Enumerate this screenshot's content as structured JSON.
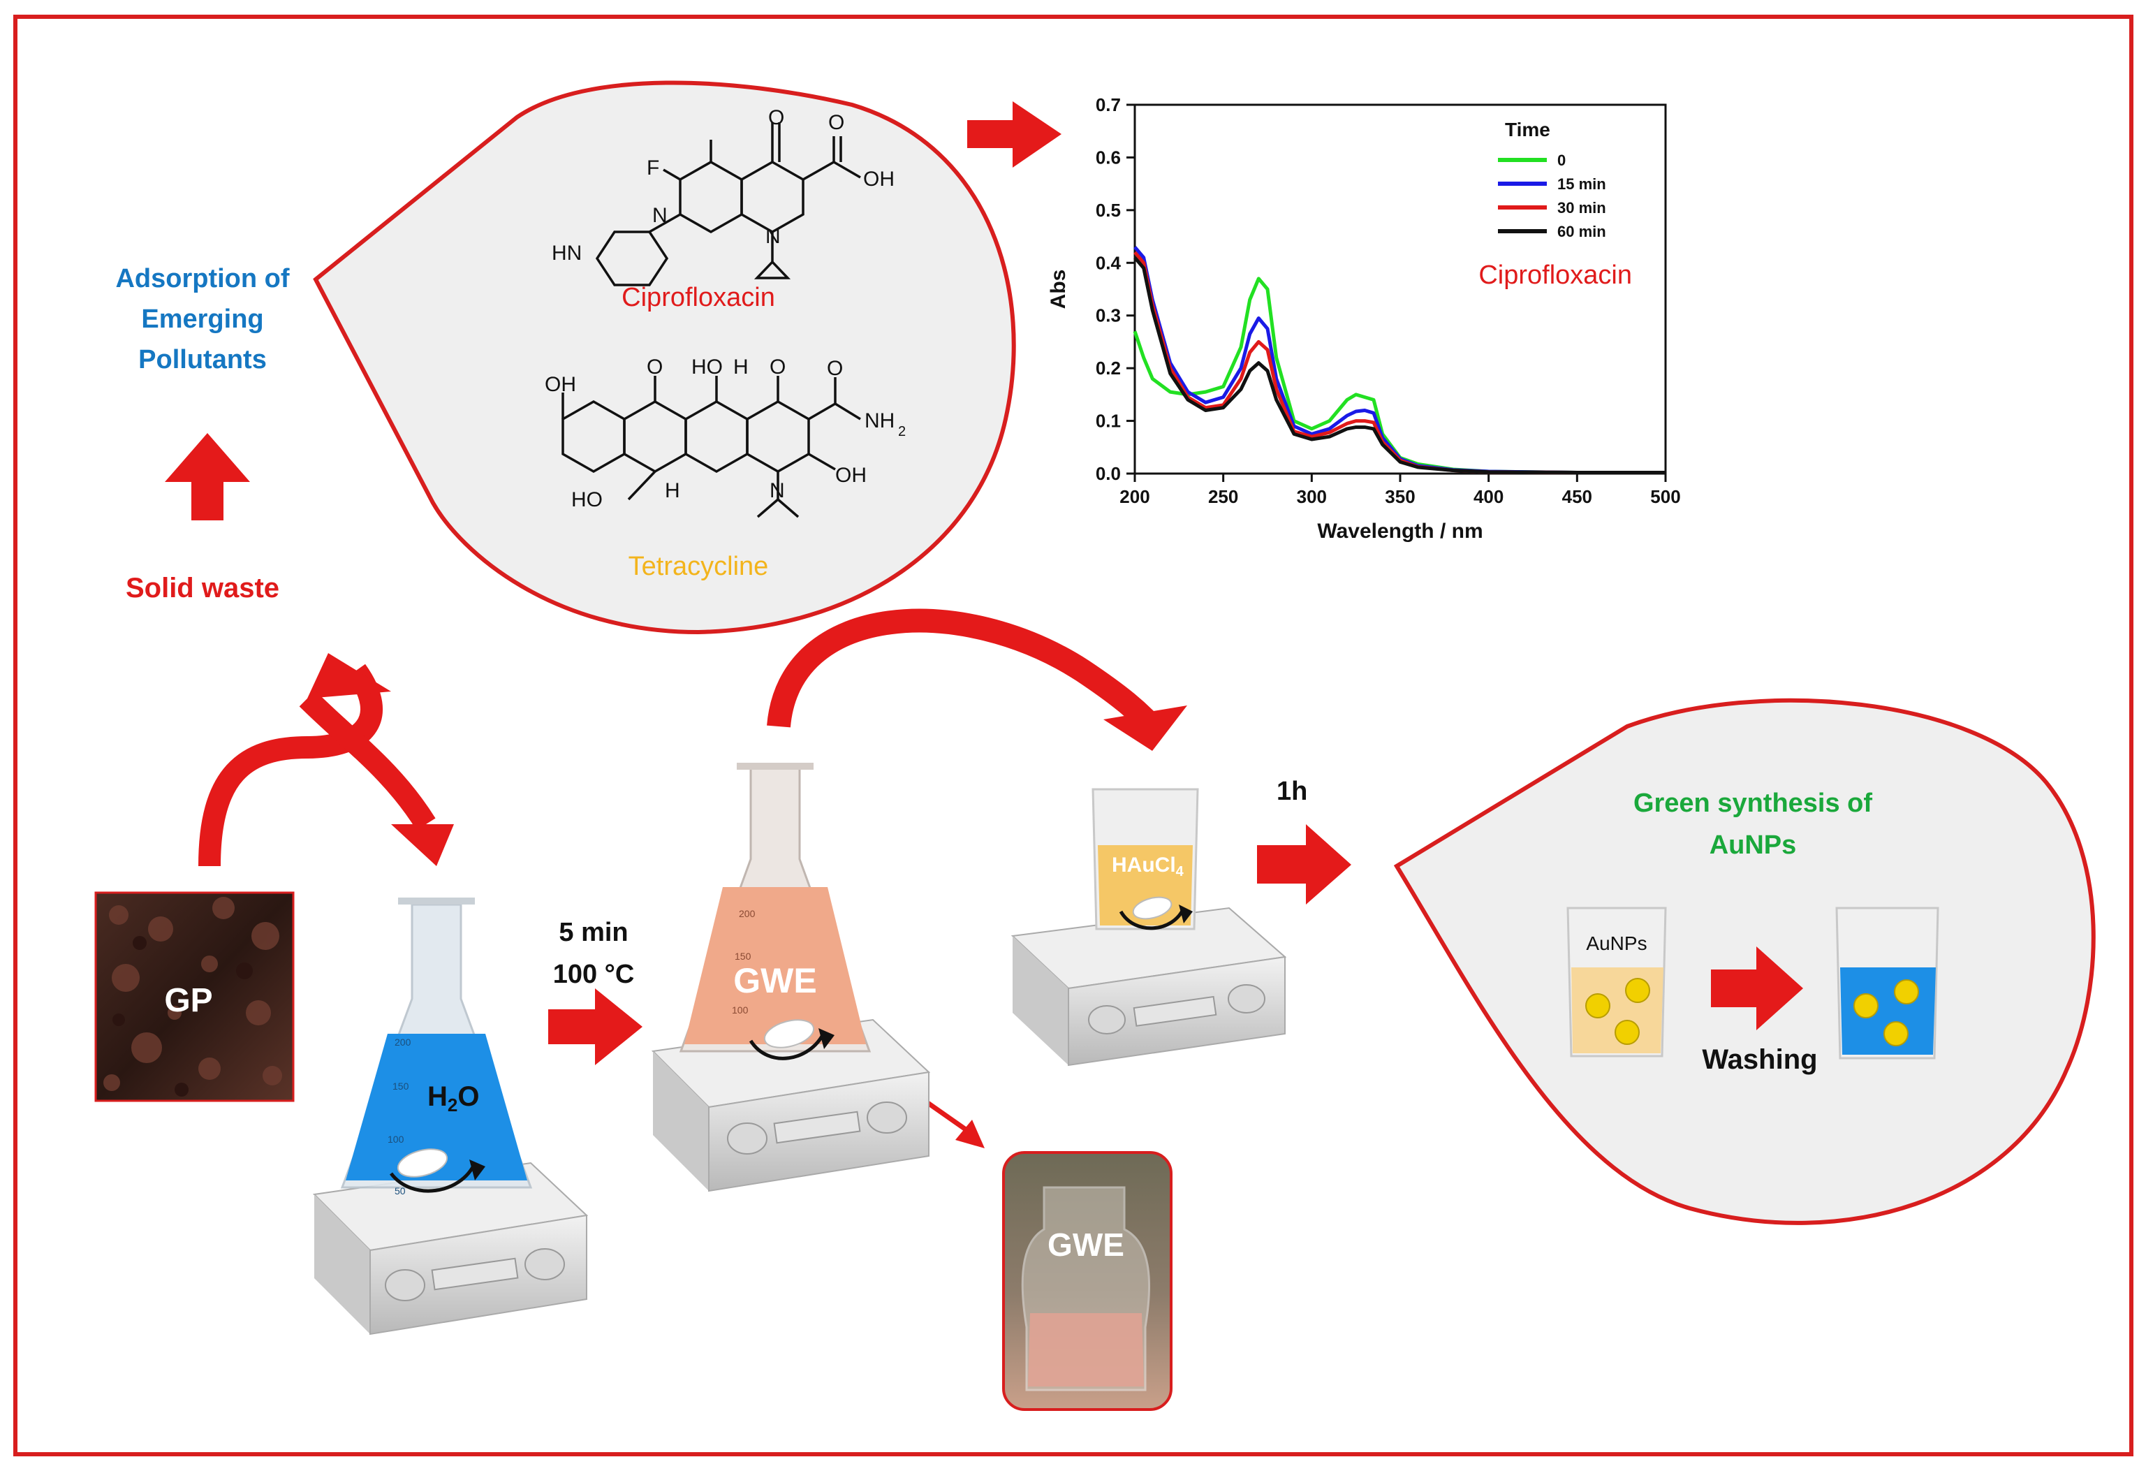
{
  "colors": {
    "frame": "#d81e1e",
    "arrow": "#e41a1a",
    "bubble_fill": "#efefef",
    "blue_text": "#1577c2",
    "red_text": "#e01b1b",
    "green_text": "#1aa83b",
    "yellow_text": "#f3b41c",
    "water": "#1d8fe6",
    "extract": "#f0a98a",
    "gold_solution": "#f5c766",
    "np": "#f1d000"
  },
  "labels": {
    "adsorption": "Adsorption of\nEmerging\nPollutants",
    "solid_waste": "Solid waste",
    "ciprofloxacin": "Ciprofloxacin",
    "tetracycline": "Tetracycline",
    "green_synthesis": "Green synthesis of\nAuNPs",
    "gp": "GP",
    "h2o": "H",
    "h2o_sub": "2",
    "h2o_end": "O",
    "time_cond": "5 min\n100 °C",
    "gwe": "GWE",
    "gwe_photo": "GWE",
    "one_hour": "1h",
    "haucl": "HAuCl",
    "haucl_sub": "4",
    "aunps": "AuNPs",
    "washing": "Washing"
  },
  "molecules": {
    "cipro": {
      "F": "F",
      "O": "O",
      "OH": "OH",
      "HN": "HN",
      "N1": "N",
      "N2": "N"
    },
    "tetra": {
      "OH1": "OH",
      "O1": "O",
      "HO1": "HO",
      "H1": "H",
      "O2": "O",
      "O3": "O",
      "NH2": "NH",
      "NH2_sub": "2",
      "OH2": "OH",
      "HO2": "HO",
      "H2": "H",
      "N": "N"
    }
  },
  "flask_marks": {
    "m200": "200",
    "m150": "150",
    "m100": "100",
    "m50": "50"
  },
  "chart_data": {
    "type": "line",
    "title": "",
    "xlabel": "Wavelength / nm",
    "ylabel": "Abs",
    "annotation": "Ciprofloxacin",
    "xlim": [
      200,
      500
    ],
    "ylim": [
      0,
      0.7
    ],
    "xticks": [
      "200",
      "250",
      "300",
      "350",
      "400",
      "450",
      "500"
    ],
    "yticks": [
      "0.0",
      "0.1",
      "0.2",
      "0.3",
      "0.4",
      "0.5",
      "0.6",
      "0.7"
    ],
    "legend_title": "Time",
    "legend_position": "top-right",
    "series": [
      {
        "name": "0",
        "color": "#22e022",
        "x": [
          200,
          205,
          210,
          220,
          230,
          240,
          250,
          260,
          265,
          270,
          275,
          280,
          290,
          300,
          310,
          320,
          325,
          330,
          335,
          340,
          350,
          360,
          380,
          400,
          450,
          500
        ],
        "y": [
          0.27,
          0.22,
          0.18,
          0.155,
          0.15,
          0.155,
          0.165,
          0.24,
          0.33,
          0.37,
          0.35,
          0.22,
          0.1,
          0.085,
          0.1,
          0.14,
          0.15,
          0.145,
          0.14,
          0.075,
          0.03,
          0.018,
          0.008,
          0.004,
          0.002,
          0.002
        ]
      },
      {
        "name": "15 min",
        "color": "#1a1ae6",
        "x": [
          200,
          205,
          210,
          220,
          230,
          240,
          250,
          260,
          265,
          270,
          275,
          280,
          290,
          300,
          310,
          320,
          325,
          330,
          335,
          340,
          350,
          360,
          380,
          400,
          450,
          500
        ],
        "y": [
          0.43,
          0.41,
          0.33,
          0.21,
          0.155,
          0.135,
          0.145,
          0.2,
          0.265,
          0.295,
          0.275,
          0.18,
          0.09,
          0.075,
          0.085,
          0.11,
          0.118,
          0.12,
          0.115,
          0.068,
          0.028,
          0.015,
          0.007,
          0.004,
          0.002,
          0.002
        ]
      },
      {
        "name": "30 min",
        "color": "#e01a1a",
        "x": [
          200,
          205,
          210,
          220,
          230,
          240,
          250,
          260,
          265,
          270,
          275,
          280,
          290,
          300,
          310,
          320,
          325,
          330,
          335,
          340,
          350,
          360,
          380,
          400,
          450,
          500
        ],
        "y": [
          0.42,
          0.4,
          0.32,
          0.2,
          0.145,
          0.125,
          0.13,
          0.18,
          0.23,
          0.25,
          0.235,
          0.16,
          0.08,
          0.07,
          0.078,
          0.095,
          0.1,
          0.1,
          0.097,
          0.06,
          0.025,
          0.013,
          0.006,
          0.003,
          0.002,
          0.002
        ]
      },
      {
        "name": "60 min",
        "color": "#111111",
        "x": [
          200,
          205,
          210,
          220,
          230,
          240,
          250,
          260,
          265,
          270,
          275,
          280,
          290,
          300,
          310,
          320,
          325,
          330,
          335,
          340,
          350,
          360,
          380,
          400,
          450,
          500
        ],
        "y": [
          0.41,
          0.39,
          0.31,
          0.19,
          0.14,
          0.12,
          0.125,
          0.16,
          0.195,
          0.21,
          0.195,
          0.14,
          0.075,
          0.065,
          0.07,
          0.085,
          0.088,
          0.088,
          0.085,
          0.055,
          0.022,
          0.012,
          0.006,
          0.003,
          0.002,
          0.002
        ]
      }
    ]
  }
}
